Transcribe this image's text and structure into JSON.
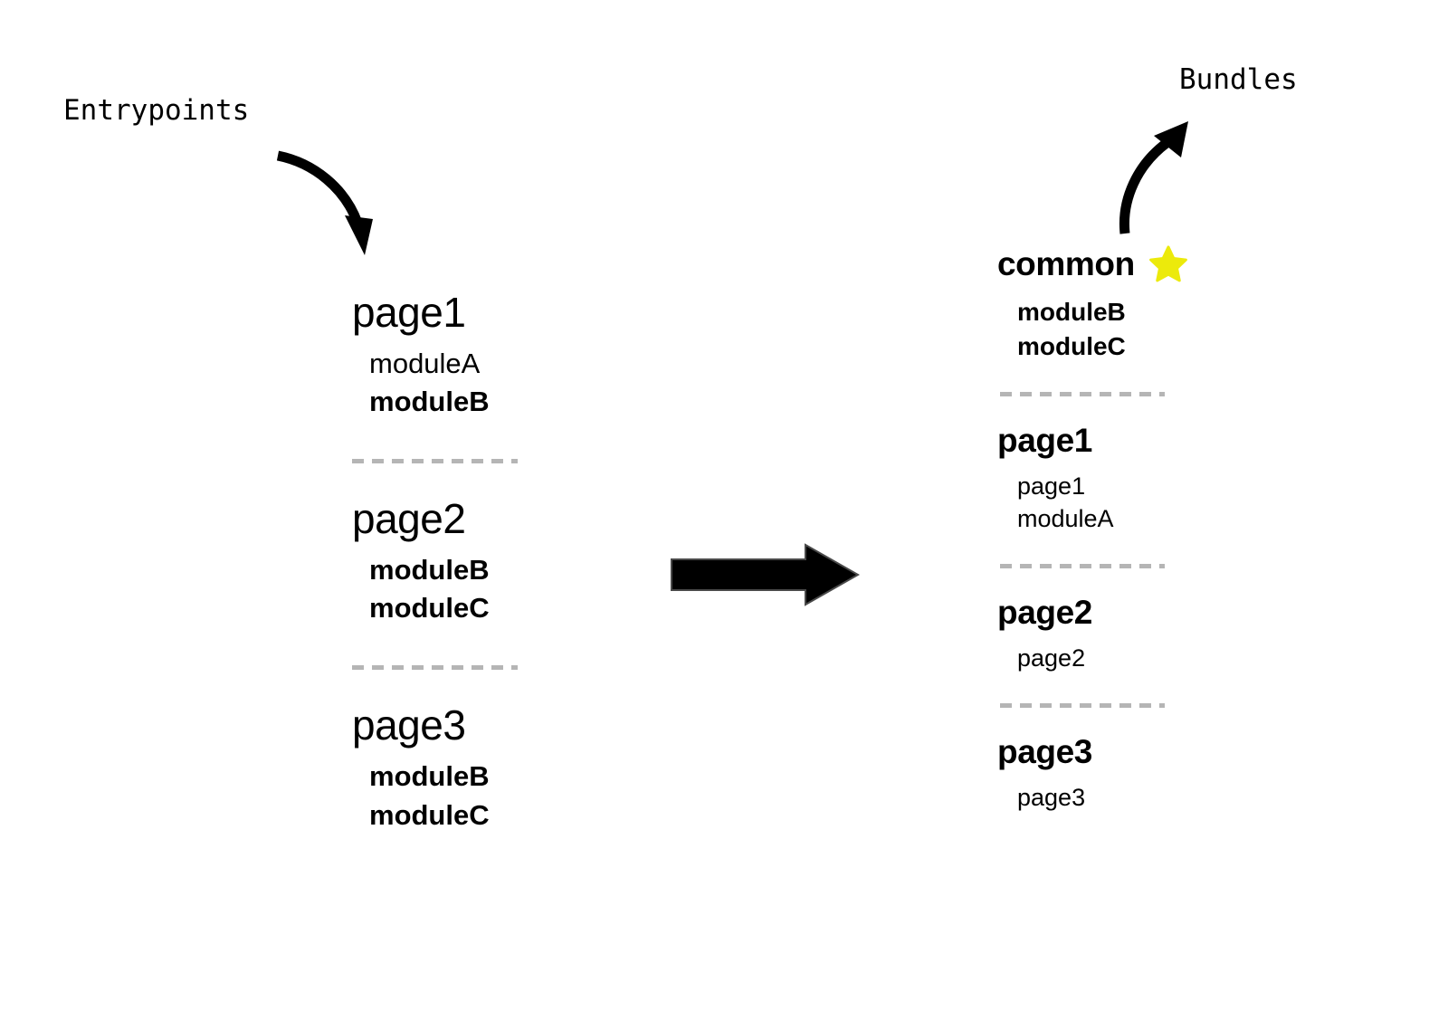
{
  "colors": {
    "background": "#ffffff",
    "text": "#000000",
    "module_b_green": "#5aa544",
    "module_c_red": "#f61515",
    "divider_gray": "#b5b5b5",
    "star_yellow": "#ecea0b",
    "arrow_black": "#000000"
  },
  "labels": {
    "entrypoints": "Entrypoints",
    "bundles": "Bundles"
  },
  "icons": {
    "entry_arrow": "curved-arrow-down-right-icon",
    "bundle_arrow": "curved-arrow-up-right-icon",
    "transform_arrow": "block-arrow-right-icon",
    "star": "star-icon"
  },
  "entrypoints": {
    "groups": [
      {
        "title": "page1",
        "items": [
          {
            "text": "moduleA",
            "style": "plain"
          },
          {
            "text": "moduleB",
            "style": "green"
          }
        ]
      },
      {
        "title": "page2",
        "items": [
          {
            "text": "moduleB",
            "style": "green"
          },
          {
            "text": "moduleC",
            "style": "red"
          }
        ]
      },
      {
        "title": "page3",
        "items": [
          {
            "text": "moduleB",
            "style": "green"
          },
          {
            "text": "moduleC",
            "style": "red"
          }
        ]
      }
    ]
  },
  "bundles": {
    "groups": [
      {
        "title": "common",
        "has_star": true,
        "items": [
          {
            "text": "moduleB",
            "style": "green"
          },
          {
            "text": "moduleC",
            "style": "red"
          }
        ]
      },
      {
        "title": "page1",
        "has_star": false,
        "items": [
          {
            "text": "page1",
            "style": "plain"
          },
          {
            "text": "moduleA",
            "style": "plain"
          }
        ]
      },
      {
        "title": "page2",
        "has_star": false,
        "items": [
          {
            "text": "page2",
            "style": "plain"
          }
        ]
      },
      {
        "title": "page3",
        "has_star": false,
        "items": [
          {
            "text": "page3",
            "style": "plain"
          }
        ]
      }
    ]
  }
}
